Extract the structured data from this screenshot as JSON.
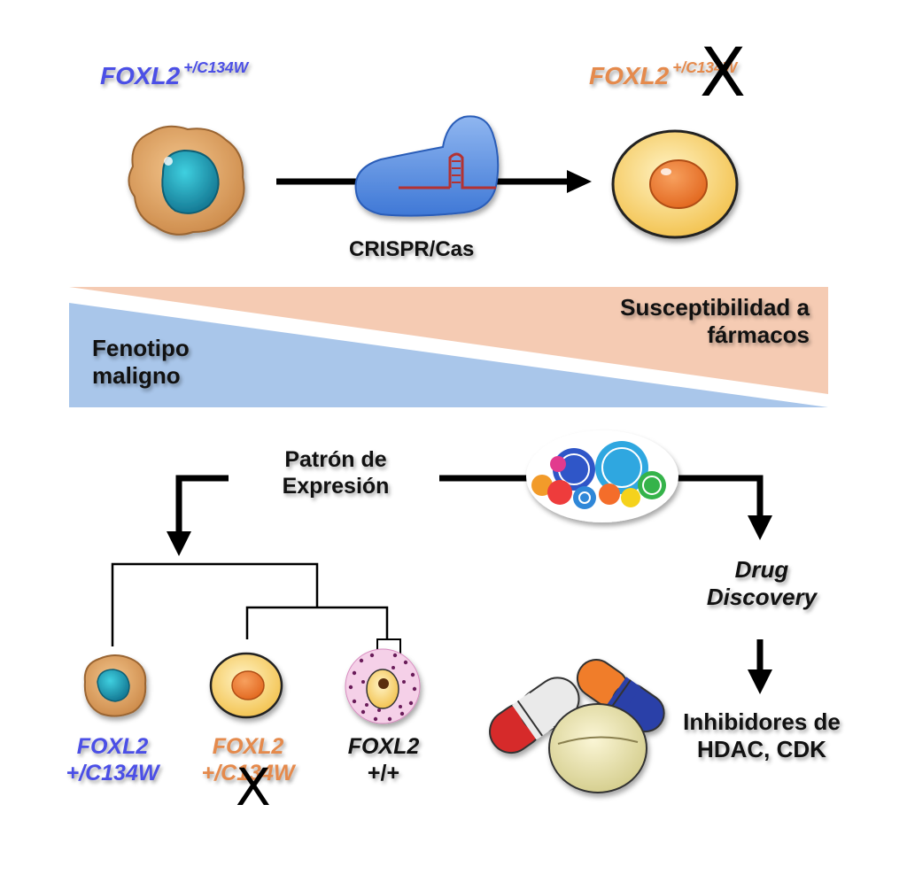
{
  "top": {
    "left_gene": "FOXL2",
    "left_genotype": "+/C134W",
    "right_gene": "FOXL2",
    "right_genotype": "+/C134W",
    "right_knockout_mark": "X",
    "tool_label": "CRISPR/Cas"
  },
  "gradient": {
    "left_label_line1": "Fenotipo",
    "left_label_line2": "maligno",
    "right_label_line1": "Susceptibilidad a",
    "right_label_line2": "fármacos",
    "colors": {
      "blue": "#a9c6ea",
      "salmon": "#f5cbb3"
    }
  },
  "middle": {
    "expression_line1": "Patrón de",
    "expression_line2": "Expresión"
  },
  "tree": {
    "leaves": [
      {
        "gene": "FOXL2",
        "genotype": "+/C134W",
        "color": "#4b4fe6"
      },
      {
        "gene": "FOXL2",
        "genotype": "+/C134W",
        "color": "#e58a4c",
        "knockout_mark": "X"
      },
      {
        "gene": "FOXL2",
        "genotype": "+/+",
        "color": "#111111"
      }
    ]
  },
  "drug": {
    "discovery_line1": "Drug",
    "discovery_line2": "Discovery",
    "result_line1": "Inhibidores de",
    "result_line2": "HDAC, CDK"
  },
  "colors": {
    "accent_blue": "#4b4fe6",
    "accent_orange": "#e58a4c",
    "tumor_cell": "#d9a066",
    "nucleus_teal": "#1c8fa8",
    "knockout_cell": "#f6c44d"
  }
}
